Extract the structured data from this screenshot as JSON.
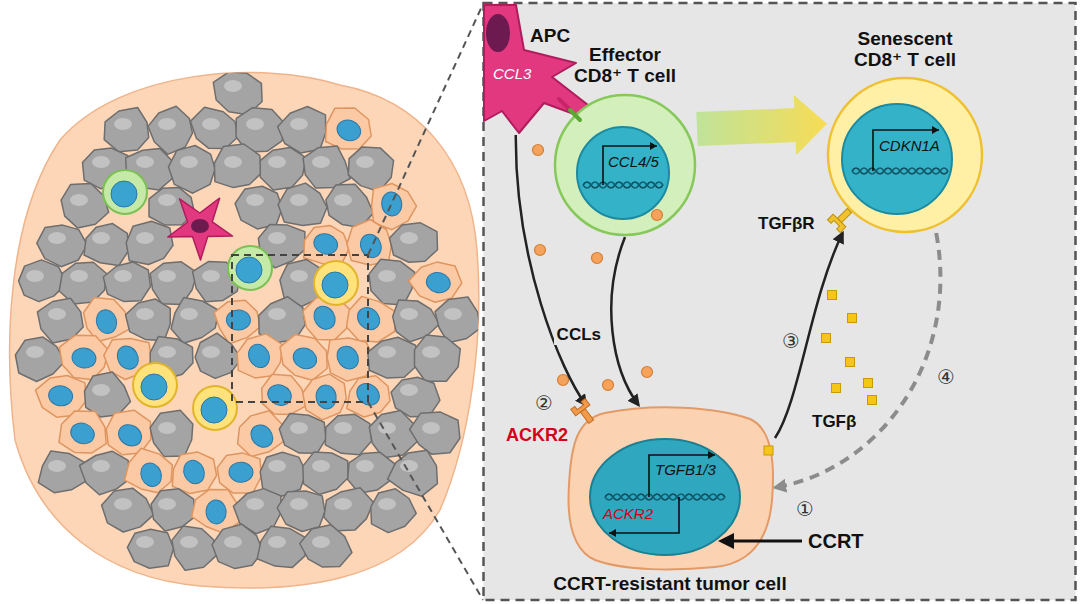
{
  "diagram": {
    "nodes": [
      {
        "text": [
          "APC",
          "CCL3"
        ]
      },
      {
        "text": [
          "Effector CD8⁺ T cell",
          "CCL4/5"
        ]
      },
      {
        "text": [
          "Senescent CD8⁺ T cell",
          "CDKN1A"
        ]
      },
      {
        "text": [
          "CCRT-resistant tumor cell",
          "TGFB1/3",
          "ACKR2"
        ]
      }
    ],
    "edges": [
      {
        "from": 0,
        "to": 3,
        "arrow": "to",
        "label": "CCLs"
      },
      {
        "from": 1,
        "to": 3,
        "arrow": "to"
      },
      {
        "from": 1,
        "to": 2,
        "arrow": "to"
      },
      {
        "from": 3,
        "to": 2,
        "arrow": "to"
      },
      {
        "from": 2,
        "to": 3,
        "arrow": "to"
      }
    ],
    "labels": [
      "②",
      "ACKR2",
      "③",
      "TGFβR",
      "TGFβ",
      "④",
      "①",
      "CCRT"
    ]
  }
}
